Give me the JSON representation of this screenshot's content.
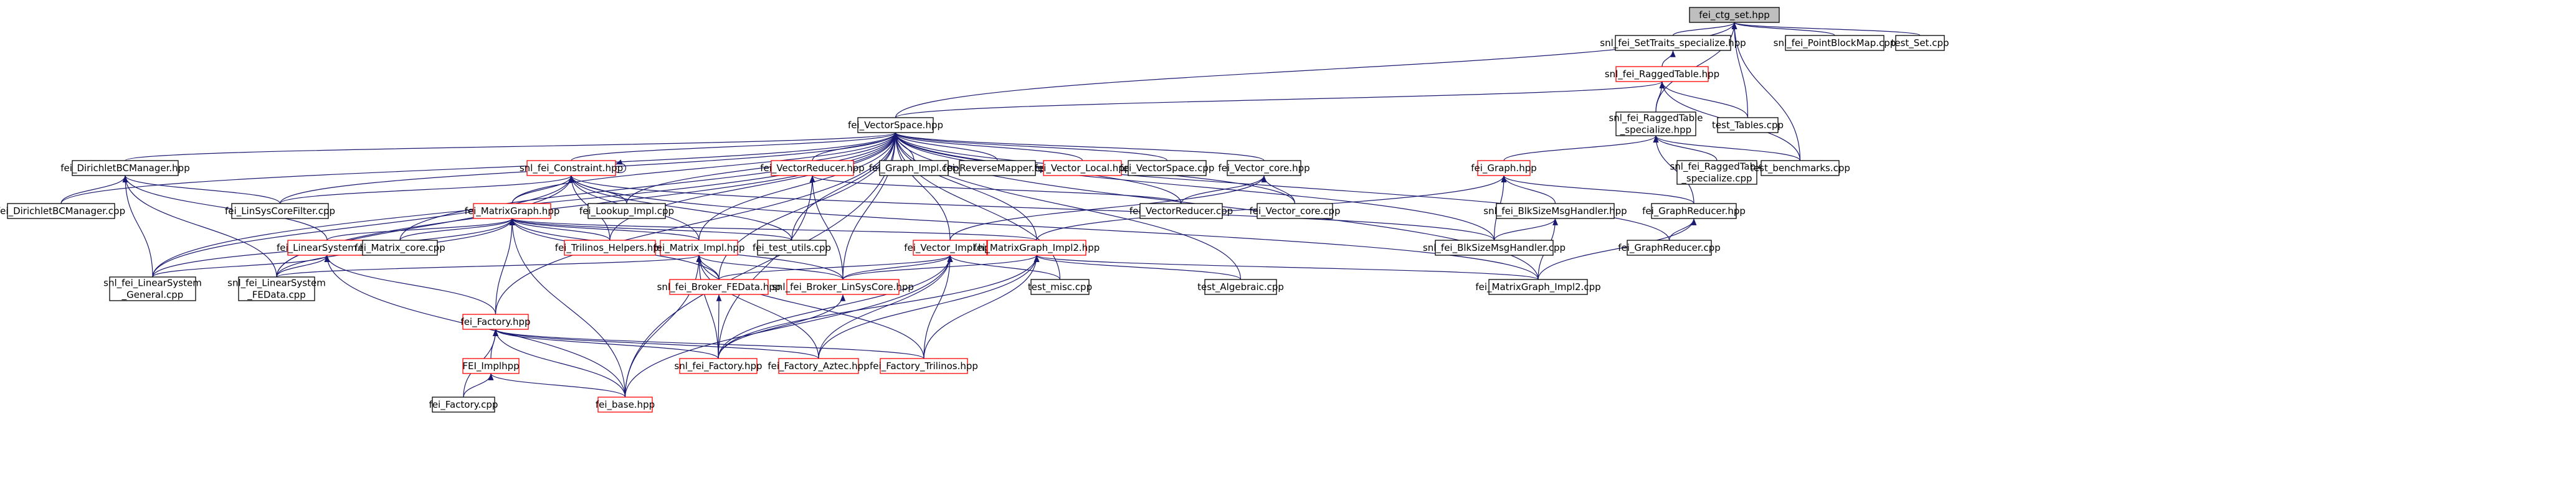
{
  "colors": {
    "edge": "#191970",
    "node_border": "#000000",
    "node_border_incomplete": "#ff0000",
    "root_fill": "#bfbfbf",
    "background": "#ffffff"
  },
  "nodes": [
    {
      "id": "fei_ctg_set",
      "label": [
        "fei_ctg_set.hpp"
      ],
      "style": "root"
    },
    {
      "id": "settraits",
      "label": [
        "snl_fei_SetTraits_specialize.hpp"
      ],
      "style": "normal"
    },
    {
      "id": "pointblockmap",
      "label": [
        "snl_fei_PointBlockMap.cpp"
      ],
      "style": "normal"
    },
    {
      "id": "test_set",
      "label": [
        "test_Set.cpp"
      ],
      "style": "normal"
    },
    {
      "id": "raggedtable",
      "label": [
        "snl_fei_RaggedTable.hpp"
      ],
      "style": "red"
    },
    {
      "id": "vectorspace_hpp",
      "label": [
        "fei_VectorSpace.hpp"
      ],
      "style": "normal"
    },
    {
      "id": "raggedtable_spec_hpp",
      "label": [
        "snl_fei_RaggedTable",
        "_specialize.hpp"
      ],
      "style": "normal"
    },
    {
      "id": "test_tables",
      "label": [
        "test_Tables.cpp"
      ],
      "style": "normal"
    },
    {
      "id": "dirichletbcmgr_hpp",
      "label": [
        "fei_DirichletBCManager.hpp"
      ],
      "style": "normal"
    },
    {
      "id": "constraint_hpp",
      "label": [
        "snl_fei_Constraint.hpp"
      ],
      "style": "red"
    },
    {
      "id": "vectorreducer_hpp",
      "label": [
        "fei_VectorReducer.hpp"
      ],
      "style": "red"
    },
    {
      "id": "graph_impl_cpp",
      "label": [
        "fei_Graph_Impl.cpp"
      ],
      "style": "normal"
    },
    {
      "id": "reversemapper_cpp",
      "label": [
        "fei_ReverseMapper.cpp"
      ],
      "style": "normal"
    },
    {
      "id": "vector_local_hpp",
      "label": [
        "fei_Vector_Local.hpp"
      ],
      "style": "red"
    },
    {
      "id": "vectorspace_cpp",
      "label": [
        "fei_VectorSpace.cpp"
      ],
      "style": "normal"
    },
    {
      "id": "vector_core_hpp",
      "label": [
        "fei_Vector_core.hpp"
      ],
      "style": "normal"
    },
    {
      "id": "graph_hpp",
      "label": [
        "fei_Graph.hpp"
      ],
      "style": "red"
    },
    {
      "id": "raggedtable_spec_cpp",
      "label": [
        "snl_fei_RaggedTable",
        "_specialize.cpp"
      ],
      "style": "normal"
    },
    {
      "id": "test_benchmarks",
      "label": [
        "test_benchmarks.cpp"
      ],
      "style": "normal"
    },
    {
      "id": "dirichletbcmgr_cpp",
      "label": [
        "fei_DirichletBCManager.cpp"
      ],
      "style": "normal"
    },
    {
      "id": "linsyscorefilter_cpp",
      "label": [
        "fei_LinSysCoreFilter.cpp"
      ],
      "style": "normal"
    },
    {
      "id": "lookup_impl_cpp",
      "label": [
        "fei_Lookup_Impl.cpp"
      ],
      "style": "normal"
    },
    {
      "id": "vectorreducer_cpp",
      "label": [
        "fei_VectorReducer.cpp"
      ],
      "style": "normal"
    },
    {
      "id": "vector_core_cpp",
      "label": [
        "fei_Vector_core.cpp"
      ],
      "style": "normal"
    },
    {
      "id": "blksizemsghandler_hpp",
      "label": [
        "snl_fei_BlkSizeMsgHandler.hpp"
      ],
      "style": "normal"
    },
    {
      "id": "graphreducer_hpp",
      "label": [
        "fei_GraphReducer.hpp"
      ],
      "style": "normal"
    },
    {
      "id": "matrixgraph_hpp",
      "label": [
        "fei_MatrixGraph.hpp"
      ],
      "style": "red"
    },
    {
      "id": "linearsystem_hpp",
      "label": [
        "fei_LinearSystem.hpp"
      ],
      "style": "red"
    },
    {
      "id": "matrix_core_cpp",
      "label": [
        "fei_Matrix_core.cpp"
      ],
      "style": "normal"
    },
    {
      "id": "trilinos_helpers_hpp",
      "label": [
        "fei_Trilinos_Helpers.hpp"
      ],
      "style": "red"
    },
    {
      "id": "matrix_impl_hpp",
      "label": [
        "fei_Matrix_Impl.hpp"
      ],
      "style": "red"
    },
    {
      "id": "test_utils_cpp",
      "label": [
        "fei_test_utils.cpp"
      ],
      "style": "normal"
    },
    {
      "id": "vector_impl_hpp",
      "label": [
        "fei_Vector_Impl.hpp"
      ],
      "style": "red"
    },
    {
      "id": "matrixgraph_impl2_hpp",
      "label": [
        "fei_MatrixGraph_Impl2.hpp"
      ],
      "style": "red"
    },
    {
      "id": "blksizemsghandler_cpp",
      "label": [
        "snl_fei_BlkSizeMsgHandler.cpp"
      ],
      "style": "normal"
    },
    {
      "id": "graphreducer_cpp",
      "label": [
        "fei_GraphReducer.cpp"
      ],
      "style": "normal"
    },
    {
      "id": "linearsystem_general_cpp",
      "label": [
        "snl_fei_LinearSystem",
        "_General.cpp"
      ],
      "style": "normal"
    },
    {
      "id": "linearsystem_fedata_cpp",
      "label": [
        "snl_fei_LinearSystem",
        "_FEData.cpp"
      ],
      "style": "normal"
    },
    {
      "id": "broker_fedata_hpp",
      "label": [
        "snl_fei_Broker_FEData.hpp"
      ],
      "style": "red"
    },
    {
      "id": "broker_linsyscore_hpp",
      "label": [
        "snl_fei_Broker_LinSysCore.hpp"
      ],
      "style": "red"
    },
    {
      "id": "test_misc_cpp",
      "label": [
        "test_misc.cpp"
      ],
      "style": "normal"
    },
    {
      "id": "test_algebraic_cpp",
      "label": [
        "test_Algebraic.cpp"
      ],
      "style": "normal"
    },
    {
      "id": "matrixgraph_impl2_cpp",
      "label": [
        "fei_MatrixGraph_Impl2.cpp"
      ],
      "style": "normal"
    },
    {
      "id": "factory_hpp",
      "label": [
        "fei_Factory.hpp"
      ],
      "style": "red"
    },
    {
      "id": "fei_impl_hpp",
      "label": [
        "FEI_Implhpp"
      ],
      "style": "red"
    },
    {
      "id": "snl_factory_hpp",
      "label": [
        "snl_fei_Factory.hpp"
      ],
      "style": "red"
    },
    {
      "id": "factory_aztec_hpp",
      "label": [
        "fei_Factory_Aztec.hpp"
      ],
      "style": "red"
    },
    {
      "id": "factory_trilinos_hpp",
      "label": [
        "fei_Factory_Trilinos.hpp"
      ],
      "style": "red"
    },
    {
      "id": "factory_cpp",
      "label": [
        "fei_Factory.cpp"
      ],
      "style": "normal"
    },
    {
      "id": "base_hpp",
      "label": [
        "fei_base.hpp"
      ],
      "style": "red"
    }
  ],
  "edges": [
    [
      "settraits",
      "fei_ctg_set"
    ],
    [
      "pointblockmap",
      "fei_ctg_set"
    ],
    [
      "test_set",
      "fei_ctg_set"
    ],
    [
      "raggedtable_spec_hpp",
      "fei_ctg_set"
    ],
    [
      "vectorspace_hpp",
      "fei_ctg_set"
    ],
    [
      "test_tables",
      "fei_ctg_set"
    ],
    [
      "test_benchmarks",
      "fei_ctg_set"
    ],
    [
      "raggedtable",
      "settraits"
    ],
    [
      "vectorspace_hpp",
      "raggedtable"
    ],
    [
      "raggedtable_spec_hpp",
      "raggedtable"
    ],
    [
      "test_tables",
      "raggedtable"
    ],
    [
      "test_benchmarks",
      "raggedtable"
    ],
    [
      "raggedtable_spec_cpp",
      "raggedtable_spec_hpp"
    ],
    [
      "test_benchmarks",
      "raggedtable_spec_hpp"
    ],
    [
      "graph_hpp",
      "raggedtable_spec_hpp"
    ],
    [
      "graphreducer_hpp",
      "raggedtable_spec_hpp"
    ],
    [
      "dirichletbcmgr_hpp",
      "vectorspace_hpp"
    ],
    [
      "constraint_hpp",
      "vectorspace_hpp"
    ],
    [
      "vectorreducer_hpp",
      "vectorspace_hpp"
    ],
    [
      "graph_impl_cpp",
      "vectorspace_hpp"
    ],
    [
      "reversemapper_cpp",
      "vectorspace_hpp"
    ],
    [
      "vector_local_hpp",
      "vectorspace_hpp"
    ],
    [
      "vectorspace_cpp",
      "vectorspace_hpp"
    ],
    [
      "vector_core_hpp",
      "vectorspace_hpp"
    ],
    [
      "dirichletbcmgr_cpp",
      "vectorspace_hpp"
    ],
    [
      "linsyscorefilter_cpp",
      "vectorspace_hpp"
    ],
    [
      "lookup_impl_cpp",
      "vectorspace_hpp"
    ],
    [
      "vectorreducer_cpp",
      "vectorspace_hpp"
    ],
    [
      "vector_core_cpp",
      "vectorspace_hpp"
    ],
    [
      "blksizemsghandler_cpp",
      "vectorspace_hpp"
    ],
    [
      "matrixgraph_hpp",
      "vectorspace_hpp"
    ],
    [
      "matrix_impl_hpp",
      "vectorspace_hpp"
    ],
    [
      "vector_impl_hpp",
      "vectorspace_hpp"
    ],
    [
      "matrixgraph_impl2_hpp",
      "vectorspace_hpp"
    ],
    [
      "test_utils_cpp",
      "vectorspace_hpp"
    ],
    [
      "test_misc_cpp",
      "vectorspace_hpp"
    ],
    [
      "test_algebraic_cpp",
      "vectorspace_hpp"
    ],
    [
      "matrixgraph_impl2_cpp",
      "vectorspace_hpp"
    ],
    [
      "linearsystem_general_cpp",
      "vectorspace_hpp"
    ],
    [
      "linearsystem_fedata_cpp",
      "vectorspace_hpp"
    ],
    [
      "broker_fedata_hpp",
      "vectorspace_hpp"
    ],
    [
      "broker_linsyscore_hpp",
      "vectorspace_hpp"
    ],
    [
      "graphreducer_cpp",
      "vectorspace_hpp"
    ],
    [
      "base_hpp",
      "vectorspace_hpp"
    ],
    [
      "trilinos_helpers_hpp",
      "vectorspace_hpp"
    ],
    [
      "factory_hpp",
      "vectorspace_hpp"
    ],
    [
      "matrix_core_cpp",
      "vectorspace_hpp"
    ],
    [
      "dirichletbcmgr_cpp",
      "dirichletbcmgr_hpp"
    ],
    [
      "linsyscorefilter_cpp",
      "dirichletbcmgr_hpp"
    ],
    [
      "linearsystem_hpp",
      "dirichletbcmgr_hpp"
    ],
    [
      "linearsystem_general_cpp",
      "dirichletbcmgr_hpp"
    ],
    [
      "linearsystem_fedata_cpp",
      "dirichletbcmgr_hpp"
    ],
    [
      "constraint_hpp",
      "constraint_hpp"
    ],
    [
      "lookup_impl_cpp",
      "constraint_hpp"
    ],
    [
      "linsyscorefilter_cpp",
      "constraint_hpp"
    ],
    [
      "matrixgraph_hpp",
      "constraint_hpp"
    ],
    [
      "test_utils_cpp",
      "constraint_hpp"
    ],
    [
      "trilinos_helpers_hpp",
      "constraint_hpp"
    ],
    [
      "matrix_impl_hpp",
      "constraint_hpp"
    ],
    [
      "matrixgraph_impl2_cpp",
      "constraint_hpp"
    ],
    [
      "blksizemsghandler_cpp",
      "constraint_hpp"
    ],
    [
      "linearsystem_general_cpp",
      "constraint_hpp"
    ],
    [
      "linearsystem_fedata_cpp",
      "constraint_hpp"
    ],
    [
      "vectorreducer_cpp",
      "vectorreducer_hpp"
    ],
    [
      "broker_linsyscore_hpp",
      "vectorreducer_hpp"
    ],
    [
      "snl_factory_hpp",
      "vectorreducer_hpp"
    ],
    [
      "vectorreducer_cpp",
      "vector_core_hpp"
    ],
    [
      "vector_core_cpp",
      "vector_core_hpp"
    ],
    [
      "vector_impl_hpp",
      "vector_core_hpp"
    ],
    [
      "graphreducer_hpp",
      "graph_hpp"
    ],
    [
      "blksizemsghandler_hpp",
      "graph_hpp"
    ],
    [
      "blksizemsghandler_cpp",
      "graph_hpp"
    ],
    [
      "matrixgraph_impl2_hpp",
      "graph_hpp"
    ],
    [
      "graphreducer_cpp",
      "graphreducer_hpp"
    ],
    [
      "matrixgraph_impl2_cpp",
      "graphreducer_hpp"
    ],
    [
      "blksizemsghandler_cpp",
      "blksizemsghandler_hpp"
    ],
    [
      "matrixgraph_impl2_cpp",
      "blksizemsghandler_hpp"
    ],
    [
      "linearsystem_hpp",
      "matrixgraph_hpp"
    ],
    [
      "matrix_core_cpp",
      "matrixgraph_hpp"
    ],
    [
      "trilinos_helpers_hpp",
      "matrixgraph_hpp"
    ],
    [
      "matrix_impl_hpp",
      "matrixgraph_hpp"
    ],
    [
      "test_utils_cpp",
      "matrixgraph_hpp"
    ],
    [
      "matrixgraph_impl2_hpp",
      "matrixgraph_hpp"
    ],
    [
      "linearsystem_general_cpp",
      "matrixgraph_hpp"
    ],
    [
      "linearsystem_fedata_cpp",
      "matrixgraph_hpp"
    ],
    [
      "broker_fedata_hpp",
      "matrixgraph_hpp"
    ],
    [
      "broker_linsyscore_hpp",
      "matrixgraph_hpp"
    ],
    [
      "factory_hpp",
      "matrixgraph_hpp"
    ],
    [
      "base_hpp",
      "matrixgraph_hpp"
    ],
    [
      "factory_hpp",
      "linearsystem_hpp"
    ],
    [
      "linearsystem_general_cpp",
      "linearsystem_hpp"
    ],
    [
      "linearsystem_fedata_cpp",
      "linearsystem_hpp"
    ],
    [
      "base_hpp",
      "linearsystem_hpp"
    ],
    [
      "broker_fedata_hpp",
      "matrix_impl_hpp"
    ],
    [
      "broker_linsyscore_hpp",
      "matrix_impl_hpp"
    ],
    [
      "linearsystem_fedata_cpp",
      "matrix_impl_hpp"
    ],
    [
      "snl_factory_hpp",
      "matrix_impl_hpp"
    ],
    [
      "factory_aztec_hpp",
      "matrix_impl_hpp"
    ],
    [
      "factory_trilinos_hpp",
      "matrix_impl_hpp"
    ],
    [
      "base_hpp",
      "matrix_impl_hpp"
    ],
    [
      "broker_fedata_hpp",
      "vector_impl_hpp"
    ],
    [
      "broker_linsyscore_hpp",
      "vector_impl_hpp"
    ],
    [
      "test_misc_cpp",
      "vector_impl_hpp"
    ],
    [
      "snl_factory_hpp",
      "vector_impl_hpp"
    ],
    [
      "factory_aztec_hpp",
      "vector_impl_hpp"
    ],
    [
      "factory_trilinos_hpp",
      "vector_impl_hpp"
    ],
    [
      "base_hpp",
      "vector_impl_hpp"
    ],
    [
      "broker_linsyscore_hpp",
      "matrixgraph_impl2_hpp"
    ],
    [
      "test_algebraic_cpp",
      "matrixgraph_impl2_hpp"
    ],
    [
      "matrixgraph_impl2_cpp",
      "matrixgraph_impl2_hpp"
    ],
    [
      "snl_factory_hpp",
      "matrixgraph_impl2_hpp"
    ],
    [
      "factory_aztec_hpp",
      "matrixgraph_impl2_hpp"
    ],
    [
      "factory_trilinos_hpp",
      "matrixgraph_impl2_hpp"
    ],
    [
      "snl_factory_hpp",
      "broker_fedata_hpp"
    ],
    [
      "snl_factory_hpp",
      "broker_linsyscore_hpp"
    ],
    [
      "fei_impl_hpp",
      "factory_hpp"
    ],
    [
      "snl_factory_hpp",
      "factory_hpp"
    ],
    [
      "factory_aztec_hpp",
      "factory_hpp"
    ],
    [
      "factory_trilinos_hpp",
      "factory_hpp"
    ],
    [
      "factory_cpp",
      "factory_hpp"
    ],
    [
      "base_hpp",
      "factory_hpp"
    ],
    [
      "factory_cpp",
      "fei_impl_hpp"
    ],
    [
      "base_hpp",
      "fei_impl_hpp"
    ]
  ]
}
